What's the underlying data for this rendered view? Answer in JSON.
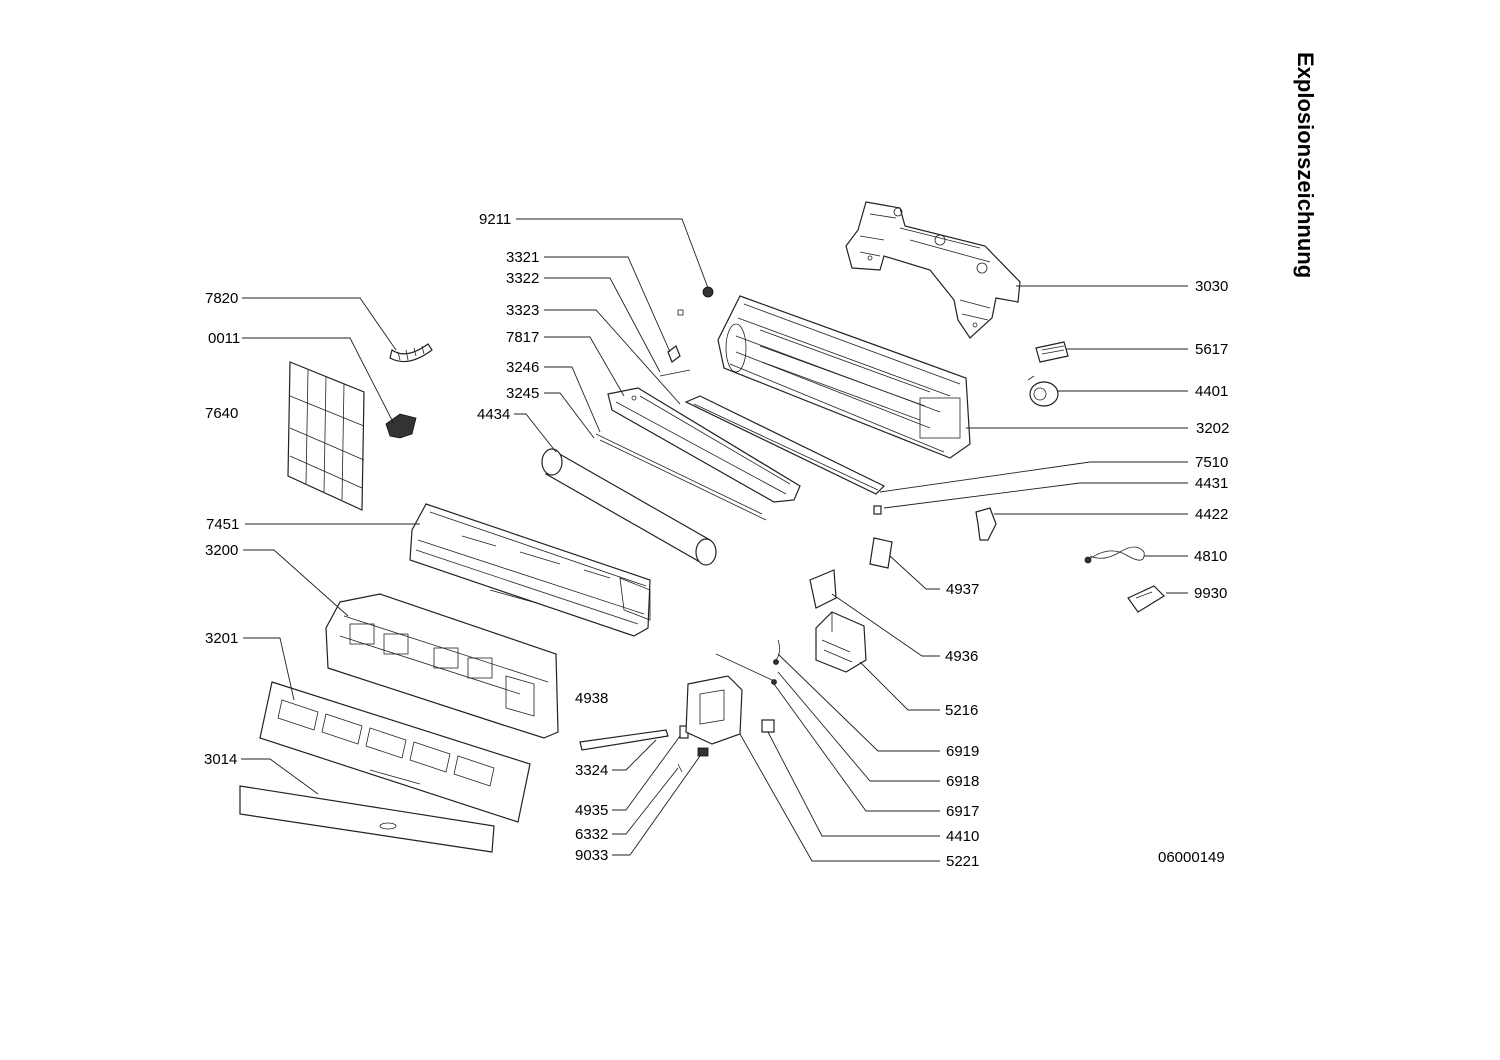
{
  "title": "Explosionszeichnung",
  "document_number": "06000149",
  "part_numbers": {
    "p9211": "9211",
    "p3321": "3321",
    "p3322": "3322",
    "p3323": "3323",
    "p7817": "7817",
    "p3246": "3246",
    "p3245": "3245",
    "p4434": "4434",
    "p7820": "7820",
    "p0011": "0011",
    "p7640": "7640",
    "p7451": "7451",
    "p3200": "3200",
    "p3201": "3201",
    "p3014": "3014",
    "p4938": "4938",
    "p3324": "3324",
    "p4935": "4935",
    "p6332": "6332",
    "p9033": "9033",
    "p3030": "3030",
    "p5617": "5617",
    "p4401": "4401",
    "p3202": "3202",
    "p7510": "7510",
    "p4431": "4431",
    "p4422": "4422",
    "p4810": "4810",
    "p9930": "9930",
    "p4937": "4937",
    "p4936": "4936",
    "p5216": "5216",
    "p6919": "6919",
    "p6918": "6918",
    "p6917": "6917",
    "p4410": "4410",
    "p5221": "5221"
  }
}
